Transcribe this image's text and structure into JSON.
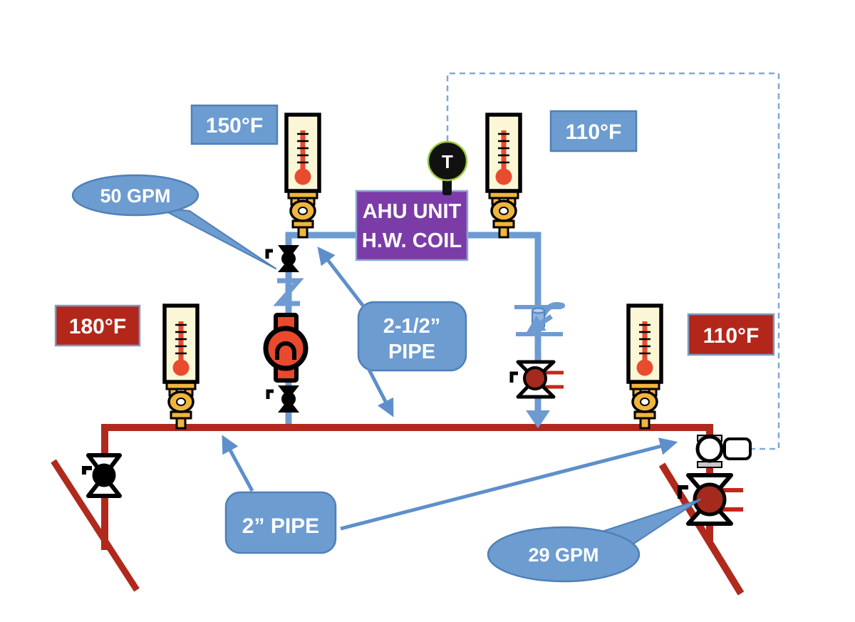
{
  "temperature_labels": {
    "coil_supply": "150°F",
    "coil_return": "110°F",
    "main_supply": "180°F",
    "main_return": "110°F"
  },
  "flow_labels": {
    "coil_loop": "50 GPM",
    "main_loop": "29 GPM"
  },
  "equipment": {
    "ahu_line1": "AHU UNIT",
    "ahu_line2": "H.W. COIL",
    "temp_sensor_tag": "T"
  },
  "pipe_size_labels": {
    "coil_pipe_line1": "2-1/2”",
    "coil_pipe_line2": "PIPE",
    "main_pipe": "2” PIPE"
  },
  "colors": {
    "supply_pipe_blue": "#6D9BD0",
    "return_pipe_red": "#B0291D",
    "label_blue": "#6D9CD0",
    "label_blue_border": "#4F80B8",
    "label_dark_red": "#B3271B",
    "ahu_purple": "#7B3CA8",
    "pump_orange_red": "#E9492D",
    "valve_dark_red": "#A32A1C",
    "brass_gold": "#F0B53C",
    "thermometer_cream": "#FBF7D6",
    "annotation_blue": "#5E8FCB",
    "control_signal_blue": "#7FA8D8",
    "sensor_ring_green": "#9CCB3B"
  }
}
